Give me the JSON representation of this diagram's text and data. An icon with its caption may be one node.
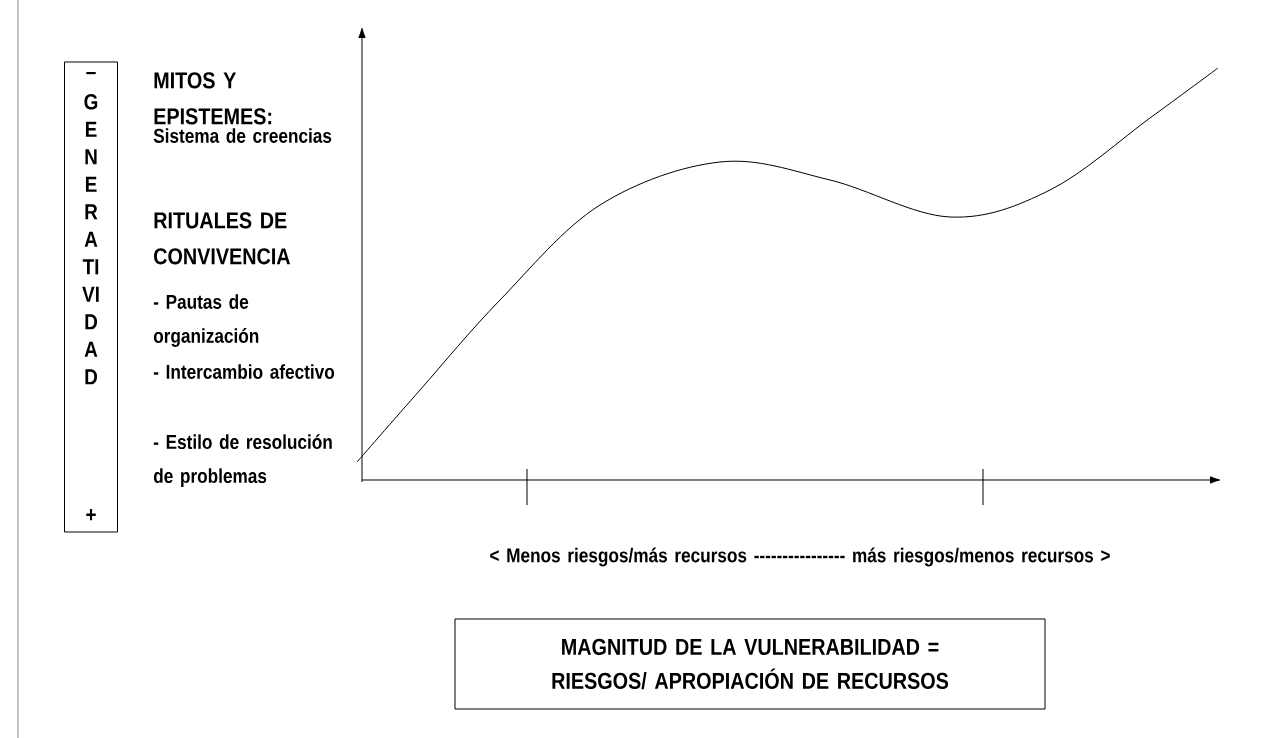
{
  "diagram": {
    "nodes": [
      {
        "text": [
          "–",
          "GENERATIVIDAD",
          "+"
        ]
      },
      {
        "text": [
          "MAGNITUD DE LA VULNERABILIDAD = RIESGOS/ APROPIACIÓN DE RECURSOS"
        ]
      }
    ],
    "labels": [
      "MITOS Y EPISTEMES:",
      "Sistema de creencias",
      "RITUALES DE CONVIVENCIA",
      "- Pautas de organización",
      "- Intercambio afectivo",
      "- Estilo de resolución de problemas",
      "< Menos riesgos/más recursos ---------------- más riesgos/menos recursos >"
    ]
  }
}
